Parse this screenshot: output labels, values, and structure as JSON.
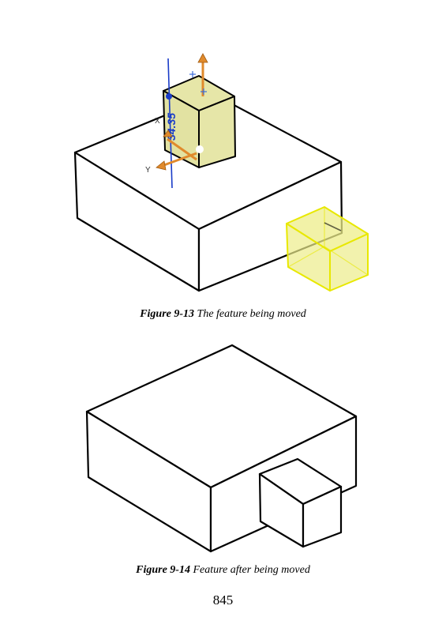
{
  "figures": [
    {
      "number": "Figure 9-13",
      "caption": "The feature being moved",
      "annotations": {
        "dimension": "34.35",
        "axis_x": "X",
        "axis_y": "Y"
      },
      "colors": {
        "selected_feature_fill": "#e6e6a8",
        "preview_feature_fill": "#eded8a",
        "preview_outline": "#e8e800",
        "triad_arrow": "#e08a2c",
        "dimension_blue": "#1a3cc8"
      }
    },
    {
      "number": "Figure 9-14",
      "caption": "Feature after being moved"
    }
  ],
  "page_number": "845"
}
